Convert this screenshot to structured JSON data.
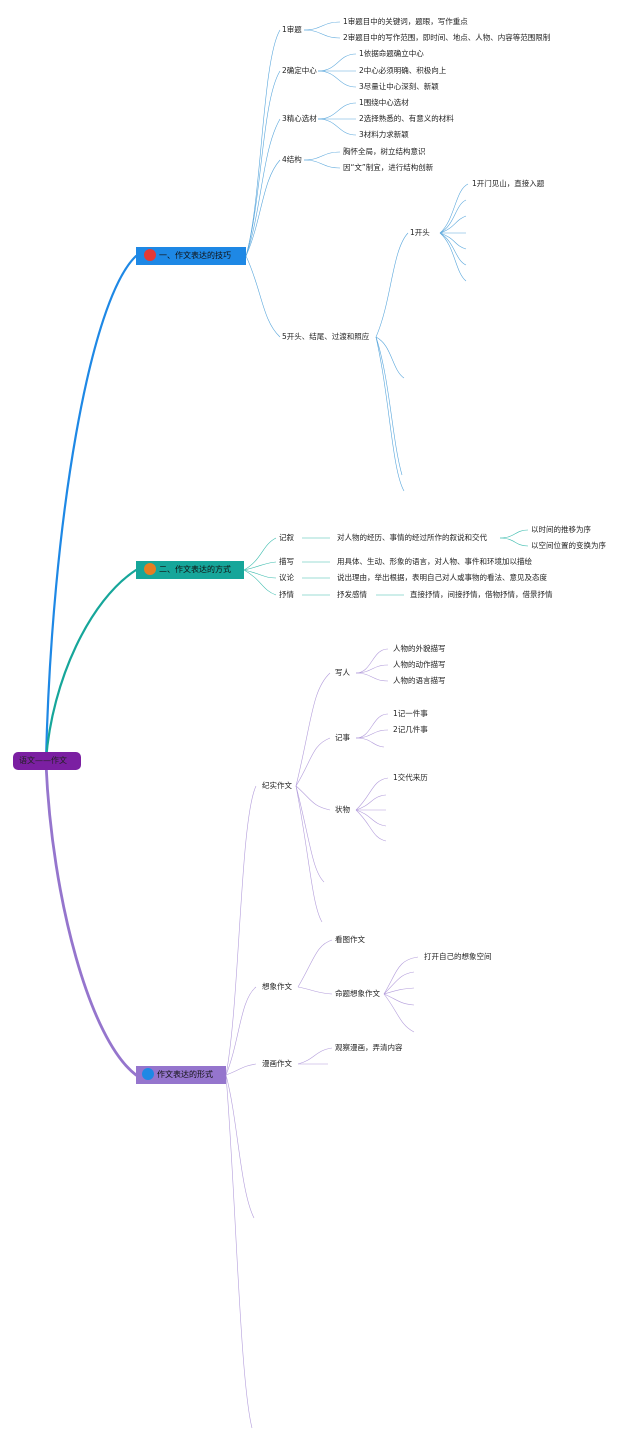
{
  "root": "语文——作文",
  "colors": {
    "root": "#7b1fa2",
    "branch1": "#1e88e5",
    "branch2": "#16a69a",
    "branch3": "#9575cd"
  },
  "branch1": {
    "label": "一、作文表达的技巧",
    "dot_color": "#e53935",
    "shen_ti": {
      "label": "1审题",
      "items": [
        "1审题目中的关键词，题眼，写作重点",
        "2审题目中的写作范围，即时间、地点、人物、内容等范围限制"
      ]
    },
    "que_ding": {
      "label": "2确定中心",
      "items": [
        "1依据命题确立中心",
        "2中心必须明确、积极向上",
        "3尽量让中心深刻、新颖"
      ]
    },
    "xuan_cai": {
      "label": "3精心选材",
      "items": [
        "1围绕中心选材",
        "2选择熟悉的、有意义的材料",
        "3材料力求新颖"
      ]
    },
    "jie_gou": {
      "label": "4结构",
      "items": [
        "胸怀全局，树立结构意识",
        "因“文”制宜，进行结构创新"
      ]
    },
    "kai_tou": {
      "label": "5开头、结尾、过渡和照应",
      "sub": "1开头",
      "items": [
        "1开门见山，直接入题"
      ]
    }
  },
  "branch2": {
    "label": "二、作文表达的方式",
    "dot_color": "#e67e22",
    "rows": [
      {
        "label": "记叙",
        "desc": "对人物的经历、事情的经过所作的叙说和交代",
        "children": [
          "以时间的推移为序",
          "以空间位置的变换为序"
        ]
      },
      {
        "label": "描写",
        "desc": "用具体、生动、形象的语言，对人物、事件和环境加以描绘"
      },
      {
        "label": "议论",
        "desc": "说出理由，举出根据，表明自己对人或事物的看法、意见及态度"
      },
      {
        "label": "抒情",
        "desc": "抒发感情",
        "extra": "直接抒情，间接抒情，借物抒情，借景抒情"
      }
    ]
  },
  "branch3": {
    "label": "作文表达的形式",
    "dot_color": "#1e88e5",
    "jishi": {
      "label": "纪实作文",
      "xie_ren": {
        "label": "写人",
        "items": [
          "人物的外貌描写",
          "人物的动作描写",
          "人物的语言描写"
        ]
      },
      "ji_shi": {
        "label": "记事",
        "items": [
          "1记一件事",
          "2记几件事"
        ]
      },
      "zhuang_wu": {
        "label": "状物",
        "items": [
          "1交代来历"
        ]
      }
    },
    "xiangxiang": {
      "label": "想象作文",
      "kan_tu": "看图作文",
      "ming_ti": {
        "label": "命题想象作文",
        "items": [
          "打开自己的想象空间"
        ]
      }
    },
    "manhua": {
      "label": "漫画作文",
      "items": [
        "观察漫画，弄清内容"
      ]
    }
  }
}
